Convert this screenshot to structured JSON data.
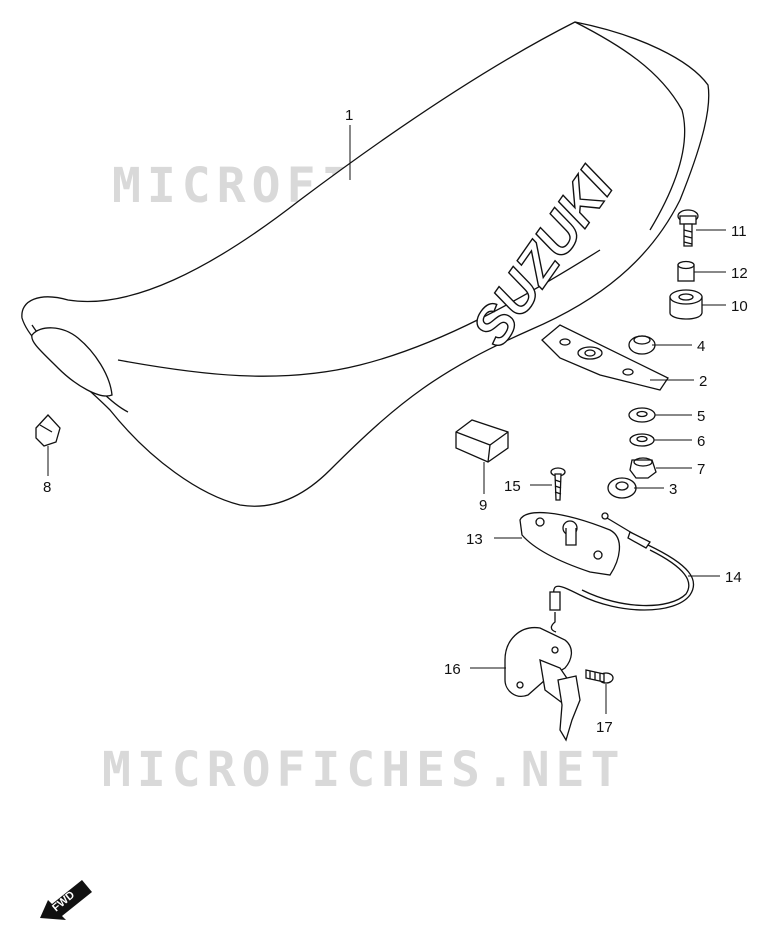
{
  "watermark": "MICROFICHES.NET",
  "brand_text": "SUZUKI",
  "fwd_label": "FWD",
  "callouts": [
    {
      "id": "1",
      "label": "1"
    },
    {
      "id": "2",
      "label": "2"
    },
    {
      "id": "3",
      "label": "3"
    },
    {
      "id": "4",
      "label": "4"
    },
    {
      "id": "5",
      "label": "5"
    },
    {
      "id": "6",
      "label": "6"
    },
    {
      "id": "7",
      "label": "7"
    },
    {
      "id": "8",
      "label": "8"
    },
    {
      "id": "9",
      "label": "9"
    },
    {
      "id": "10",
      "label": "10"
    },
    {
      "id": "11",
      "label": "11"
    },
    {
      "id": "12",
      "label": "12"
    },
    {
      "id": "13",
      "label": "13"
    },
    {
      "id": "14",
      "label": "14"
    },
    {
      "id": "15",
      "label": "15"
    },
    {
      "id": "16",
      "label": "16"
    },
    {
      "id": "17",
      "label": "17"
    }
  ]
}
